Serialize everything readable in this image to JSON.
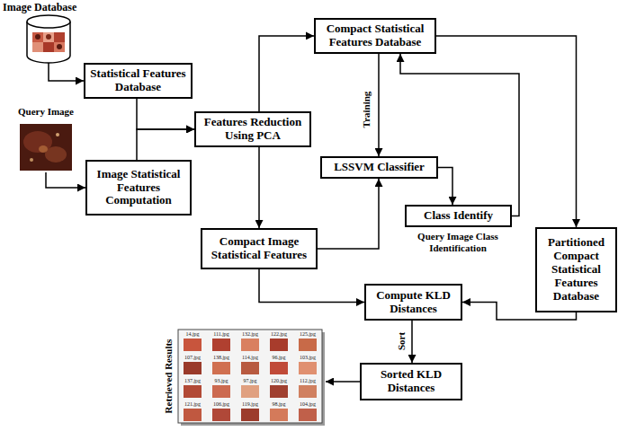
{
  "diagram": {
    "nodes": [
      {
        "text": [
          "Image Database"
        ]
      },
      {
        "text": [
          "Statistical Features Database"
        ]
      },
      {
        "text": [
          "Query Image"
        ]
      },
      {
        "text": [
          "Image Statistical Features Computation"
        ]
      },
      {
        "text": [
          "Features Reduction Using PCA"
        ]
      },
      {
        "text": [
          "Compact Statistical Features Database"
        ]
      },
      {
        "text": [
          "LSSVM Classifier"
        ]
      },
      {
        "text": [
          "Class Identify"
        ]
      },
      {
        "text": [
          "Compact Image Statistical Features"
        ]
      },
      {
        "text": [
          "Partitioned Compact Statistical Features Database"
        ]
      },
      {
        "text": [
          "Compute KLD Distances"
        ]
      },
      {
        "text": [
          "Sorted KLD Distances"
        ]
      },
      {
        "text": [
          "Retrieved Results"
        ]
      }
    ],
    "edges": [
      {
        "from": 0,
        "to": 1,
        "arrow": "to"
      },
      {
        "from": 2,
        "to": 3,
        "arrow": "to"
      },
      {
        "from": 1,
        "to": 4,
        "arrow": "to"
      },
      {
        "from": 3,
        "to": 4,
        "arrow": "to"
      },
      {
        "from": 4,
        "to": 5,
        "arrow": "to"
      },
      {
        "from": 4,
        "to": 8,
        "arrow": "to"
      },
      {
        "from": 5,
        "to": 6,
        "label": "Training",
        "arrow": "to"
      },
      {
        "from": 8,
        "to": 6,
        "arrow": "to"
      },
      {
        "from": 6,
        "to": 7,
        "arrow": "to"
      },
      {
        "from": 7,
        "to": 5,
        "arrow": "to"
      },
      {
        "from": 5,
        "to": 9,
        "arrow": "to"
      },
      {
        "from": 9,
        "to": 10,
        "arrow": "to"
      },
      {
        "from": 8,
        "to": 10,
        "arrow": "to"
      },
      {
        "from": 10,
        "to": 11,
        "label": "Sort",
        "arrow": "to"
      },
      {
        "from": 11,
        "to": 12,
        "arrow": "to"
      }
    ],
    "labels": [
      "Query Image Class Identification",
      "14.jpg",
      "111.jpg",
      "132.jpg",
      "122.jpg",
      "125.jpg",
      "107.jpg",
      "138.jpg",
      "114.jpg",
      "96.jpg",
      "103.jpg",
      "137.jpg",
      "93.jpg",
      "97.jpg",
      "120.jpg",
      "112.jpg",
      "121.jpg",
      "106.jpg",
      "119.jpg",
      "98.jpg",
      "104.jpg"
    ]
  }
}
